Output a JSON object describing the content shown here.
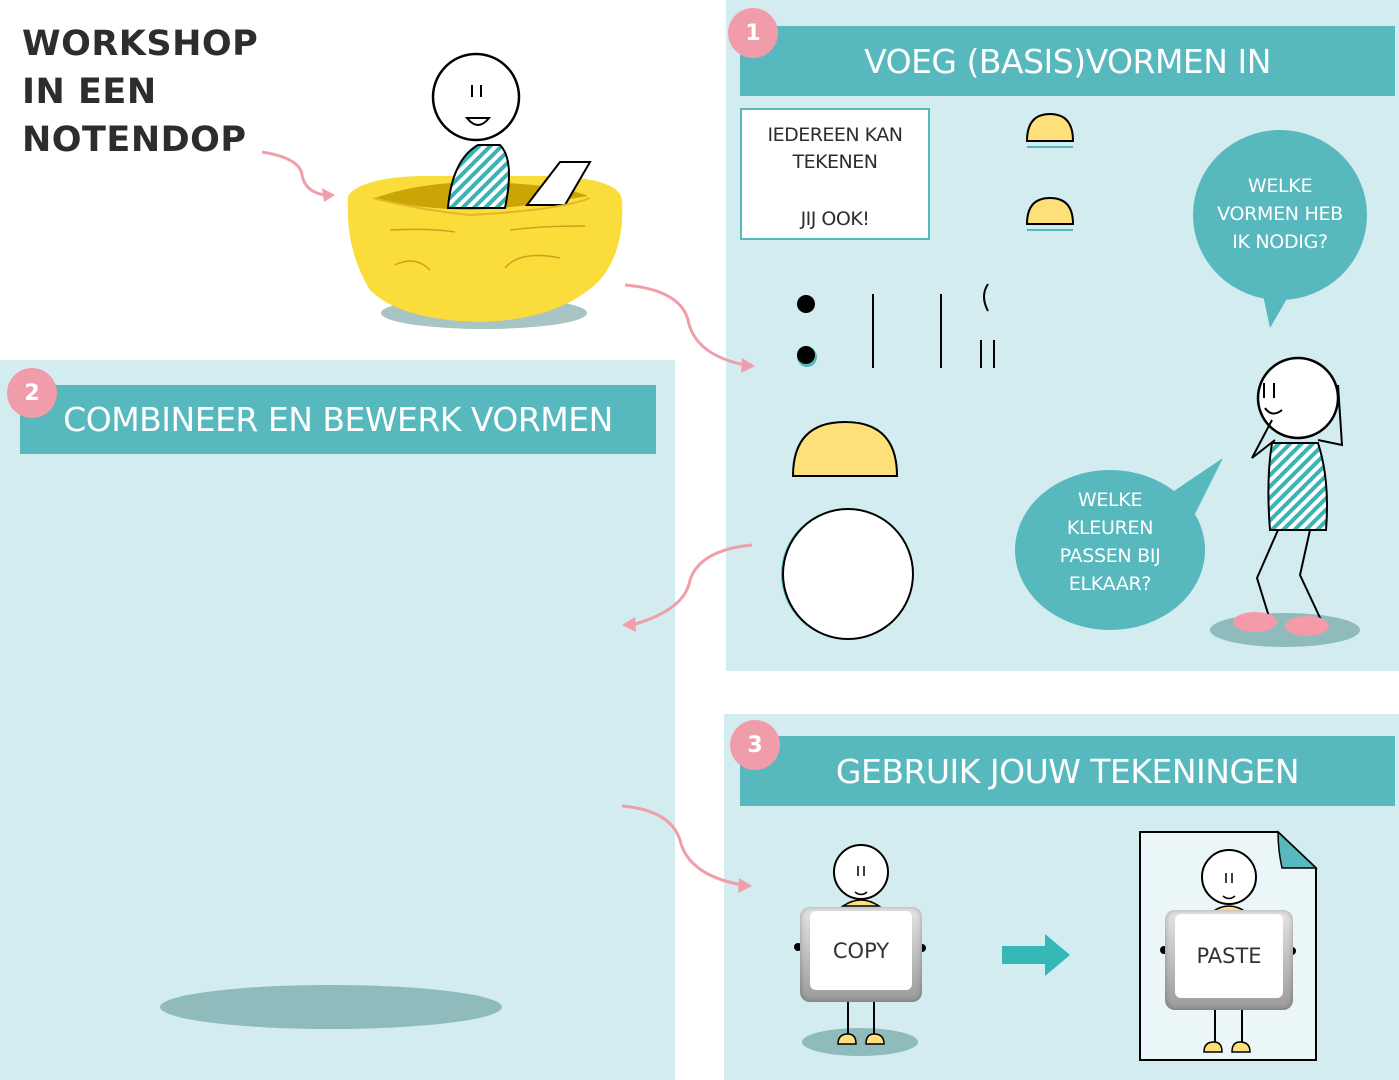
{
  "title": {
    "line1": "WORKSHOP",
    "line2": "IN EEN",
    "line3": "NOTENDOP"
  },
  "colors": {
    "panel_bg": "#d3ecef",
    "banner": "#57b8bd",
    "badge": "#f19caa",
    "arrow": "#f09eaa",
    "yellow": "#fde07a",
    "nut": "#fadc3b",
    "shadow": "#8fbbbd"
  },
  "steps": [
    {
      "number": "1",
      "label": "VOEG (BASIS)VORMEN IN"
    },
    {
      "number": "2",
      "label": "COMBINEER EN BEWERK VORMEN"
    },
    {
      "number": "3",
      "label": "GEBRUIK JOUW TEKENINGEN"
    }
  ],
  "note": {
    "line1": "IEDEREEN KAN",
    "line2": "TEKENEN",
    "line3": "JIJ OOK!"
  },
  "bubbles": {
    "shapes": {
      "line1": "WELKE",
      "line2": "VORMEN HEB",
      "line3": "IK NODIG?"
    },
    "colors": {
      "line1": "WELKE",
      "line2": "KLEUREN",
      "line3": "PASSEN BIJ",
      "line4": "ELKAAR?"
    }
  },
  "keys": {
    "copy": "COPY",
    "paste": "PASTE"
  }
}
